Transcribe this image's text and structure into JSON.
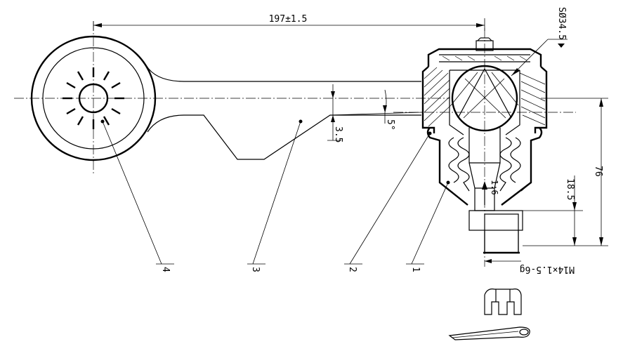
{
  "dimensions": {
    "length": "197±1.5",
    "sphere": "SØ34.5",
    "height": "76",
    "offset": "3.5",
    "angle": "5°",
    "taper_height": "18.5",
    "thread": "M14×1.5-6g",
    "taper": "1:6"
  },
  "callouts": [
    "4",
    "3",
    "2",
    "1"
  ]
}
